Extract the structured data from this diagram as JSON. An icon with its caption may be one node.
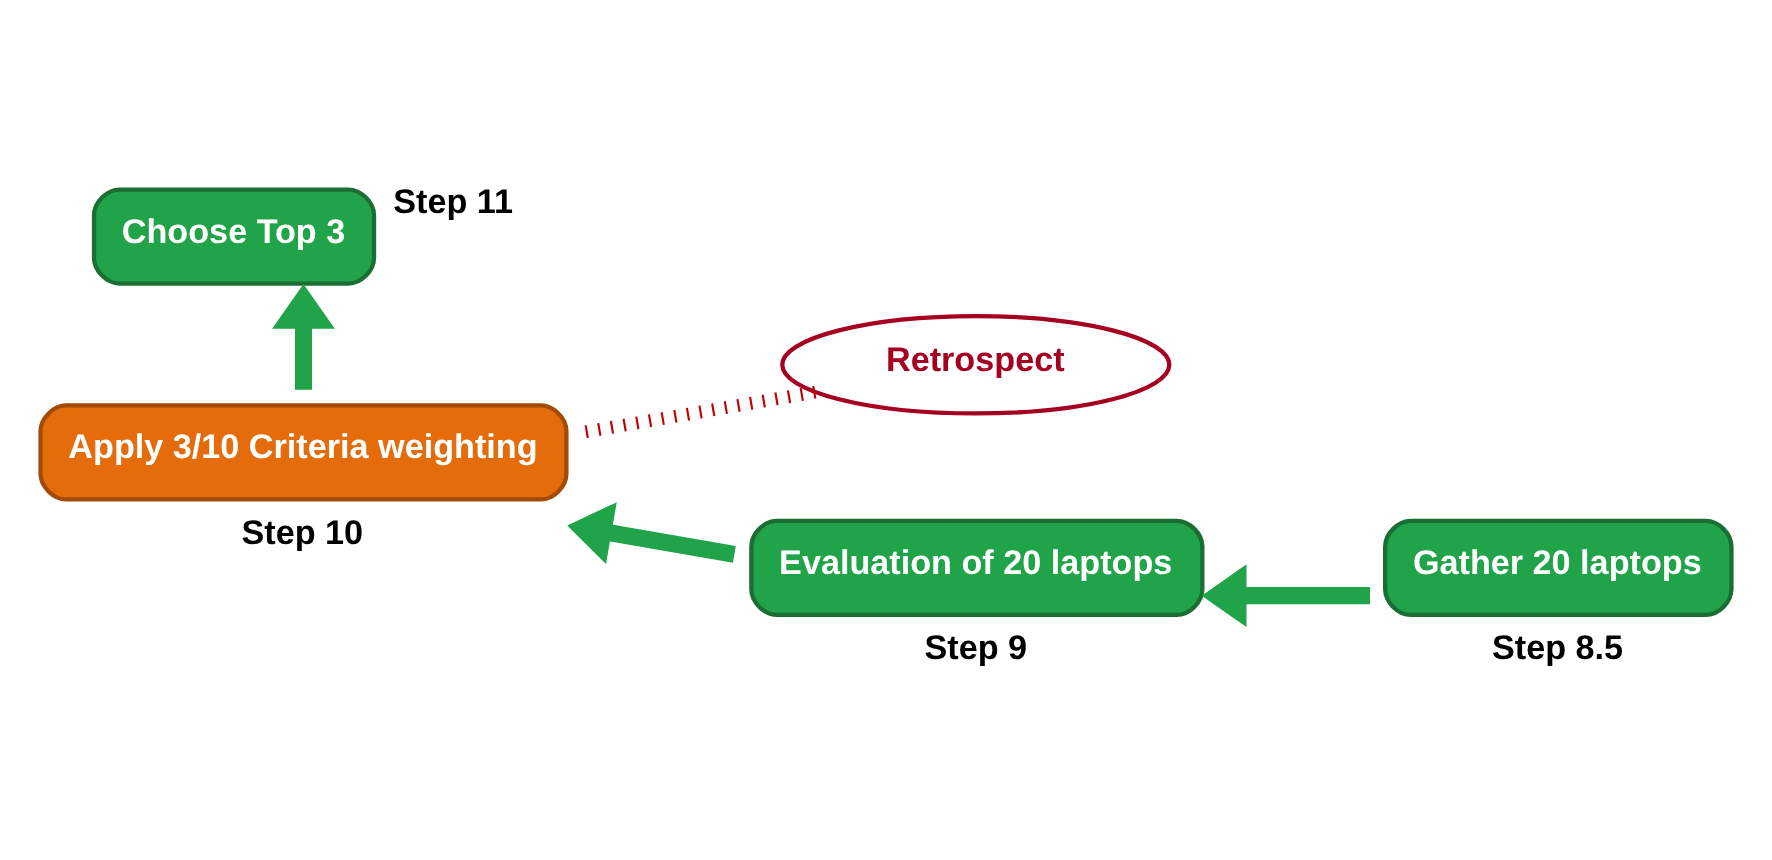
{
  "diagram": {
    "nodes": [
      {
        "text": [
          "Choose Top 3"
        ],
        "beside": [
          "Step 11"
        ]
      },
      {
        "text": [
          "Retrospect"
        ]
      },
      {
        "text": [
          "Apply 3/10 Criteria weighting"
        ],
        "beside": [
          "Step 10"
        ]
      },
      {
        "text": [
          "Evaluation of 20 laptops"
        ],
        "beside": [
          "Step 9"
        ]
      },
      {
        "text": [
          "Gather 20 laptops"
        ],
        "beside": [
          "Step 8.5"
        ]
      }
    ],
    "edges": [
      {
        "from": 4,
        "to": 3,
        "arrow": "to"
      },
      {
        "from": 3,
        "to": 2,
        "arrow": "to"
      },
      {
        "from": 2,
        "to": 0,
        "arrow": "to"
      },
      {
        "from": 1,
        "to": 2,
        "arrow": "none",
        "style": "dashed",
        "color": "#c00000"
      }
    ]
  }
}
